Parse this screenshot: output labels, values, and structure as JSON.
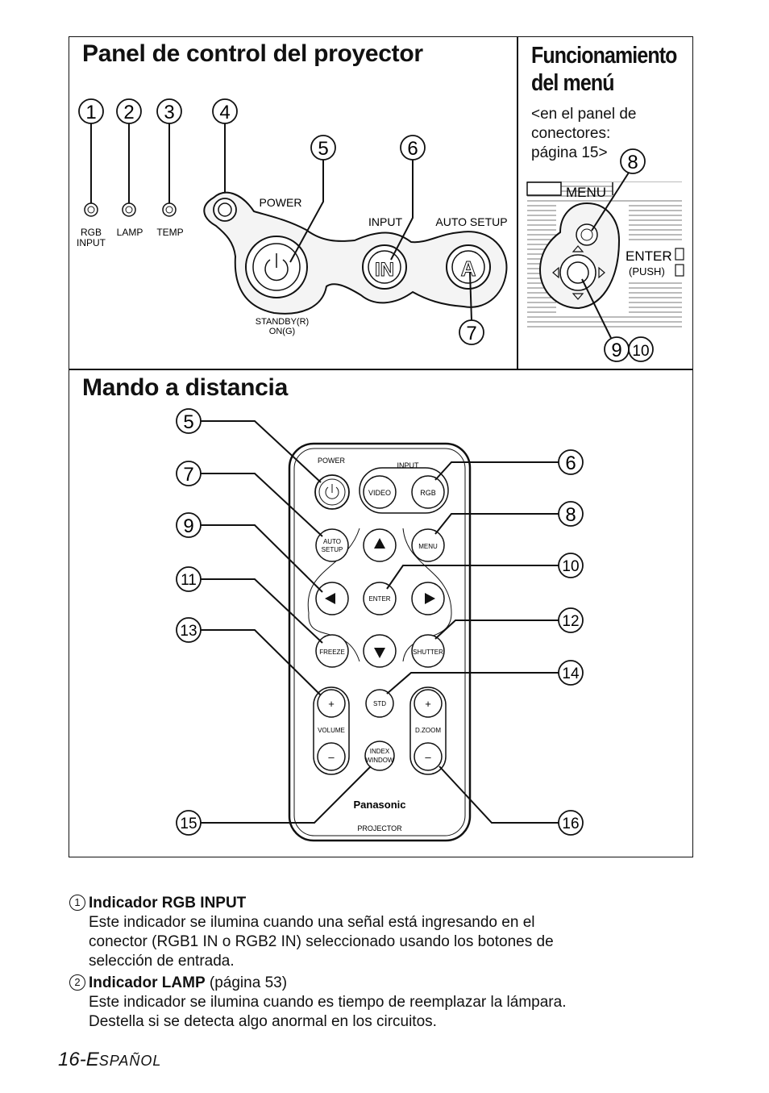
{
  "panel": {
    "title": "Panel de control del proyector",
    "labels": {
      "rgb_input_1": "RGB",
      "rgb_input_2": "INPUT",
      "lamp": "LAMP",
      "temp": "TEMP",
      "power": "POWER",
      "input": "INPUT",
      "auto_setup": "AUTO SETUP",
      "standby_1": "STANDBY(R)",
      "standby_2": "ON(G)",
      "in_button": "IN",
      "a_button": "A"
    },
    "callouts": [
      "1",
      "2",
      "3",
      "4",
      "5",
      "6",
      "7"
    ]
  },
  "menu": {
    "title_1": "Funcionamiento",
    "title_2": "del menú",
    "note_1": "<en el panel de",
    "note_2": "conectores:",
    "note_3": "página 15>",
    "menu_label": "MENU",
    "enter_label": "ENTER",
    "push_label": "(PUSH)",
    "callouts": [
      "8",
      "9",
      "10"
    ]
  },
  "remote": {
    "title": "Mando a distancia",
    "buttons": {
      "power": "POWER",
      "input": "INPUT",
      "video": "VIDEO",
      "rgb": "RGB",
      "auto_1": "AUTO",
      "auto_2": "SETUP",
      "menu": "MENU",
      "enter": "ENTER",
      "freeze": "FREEZE",
      "shutter": "SHUTTER",
      "std": "STD",
      "volume": "VOLUME",
      "dzoom": "D.ZOOM",
      "index_1": "INDEX",
      "index_2": "WINDOW",
      "plus": "+",
      "minus": "–",
      "brand": "Panasonic",
      "model": "PROJECTOR"
    },
    "callouts": [
      "5",
      "6",
      "7",
      "8",
      "9",
      "10",
      "11",
      "12",
      "13",
      "14",
      "15",
      "16"
    ]
  },
  "descriptions": [
    {
      "num": "1",
      "title": "Indicador RGB INPUT",
      "extra": "",
      "lines": [
        "Este indicador se ilumina cuando una señal está ingresando en el",
        "conector (RGB1 IN o RGB2 IN) seleccionado usando los botones de",
        "selección de entrada."
      ]
    },
    {
      "num": "2",
      "title": "Indicador LAMP",
      "extra": " (página 53)",
      "lines": [
        "Este indicador se ilumina cuando es tiempo de reemplazar la lámpara.",
        "Destella si se detecta algo anormal en los circuitos."
      ]
    }
  ],
  "footer": {
    "page": "16-",
    "lang_first": "E",
    "lang_rest": "SPAÑOL"
  }
}
